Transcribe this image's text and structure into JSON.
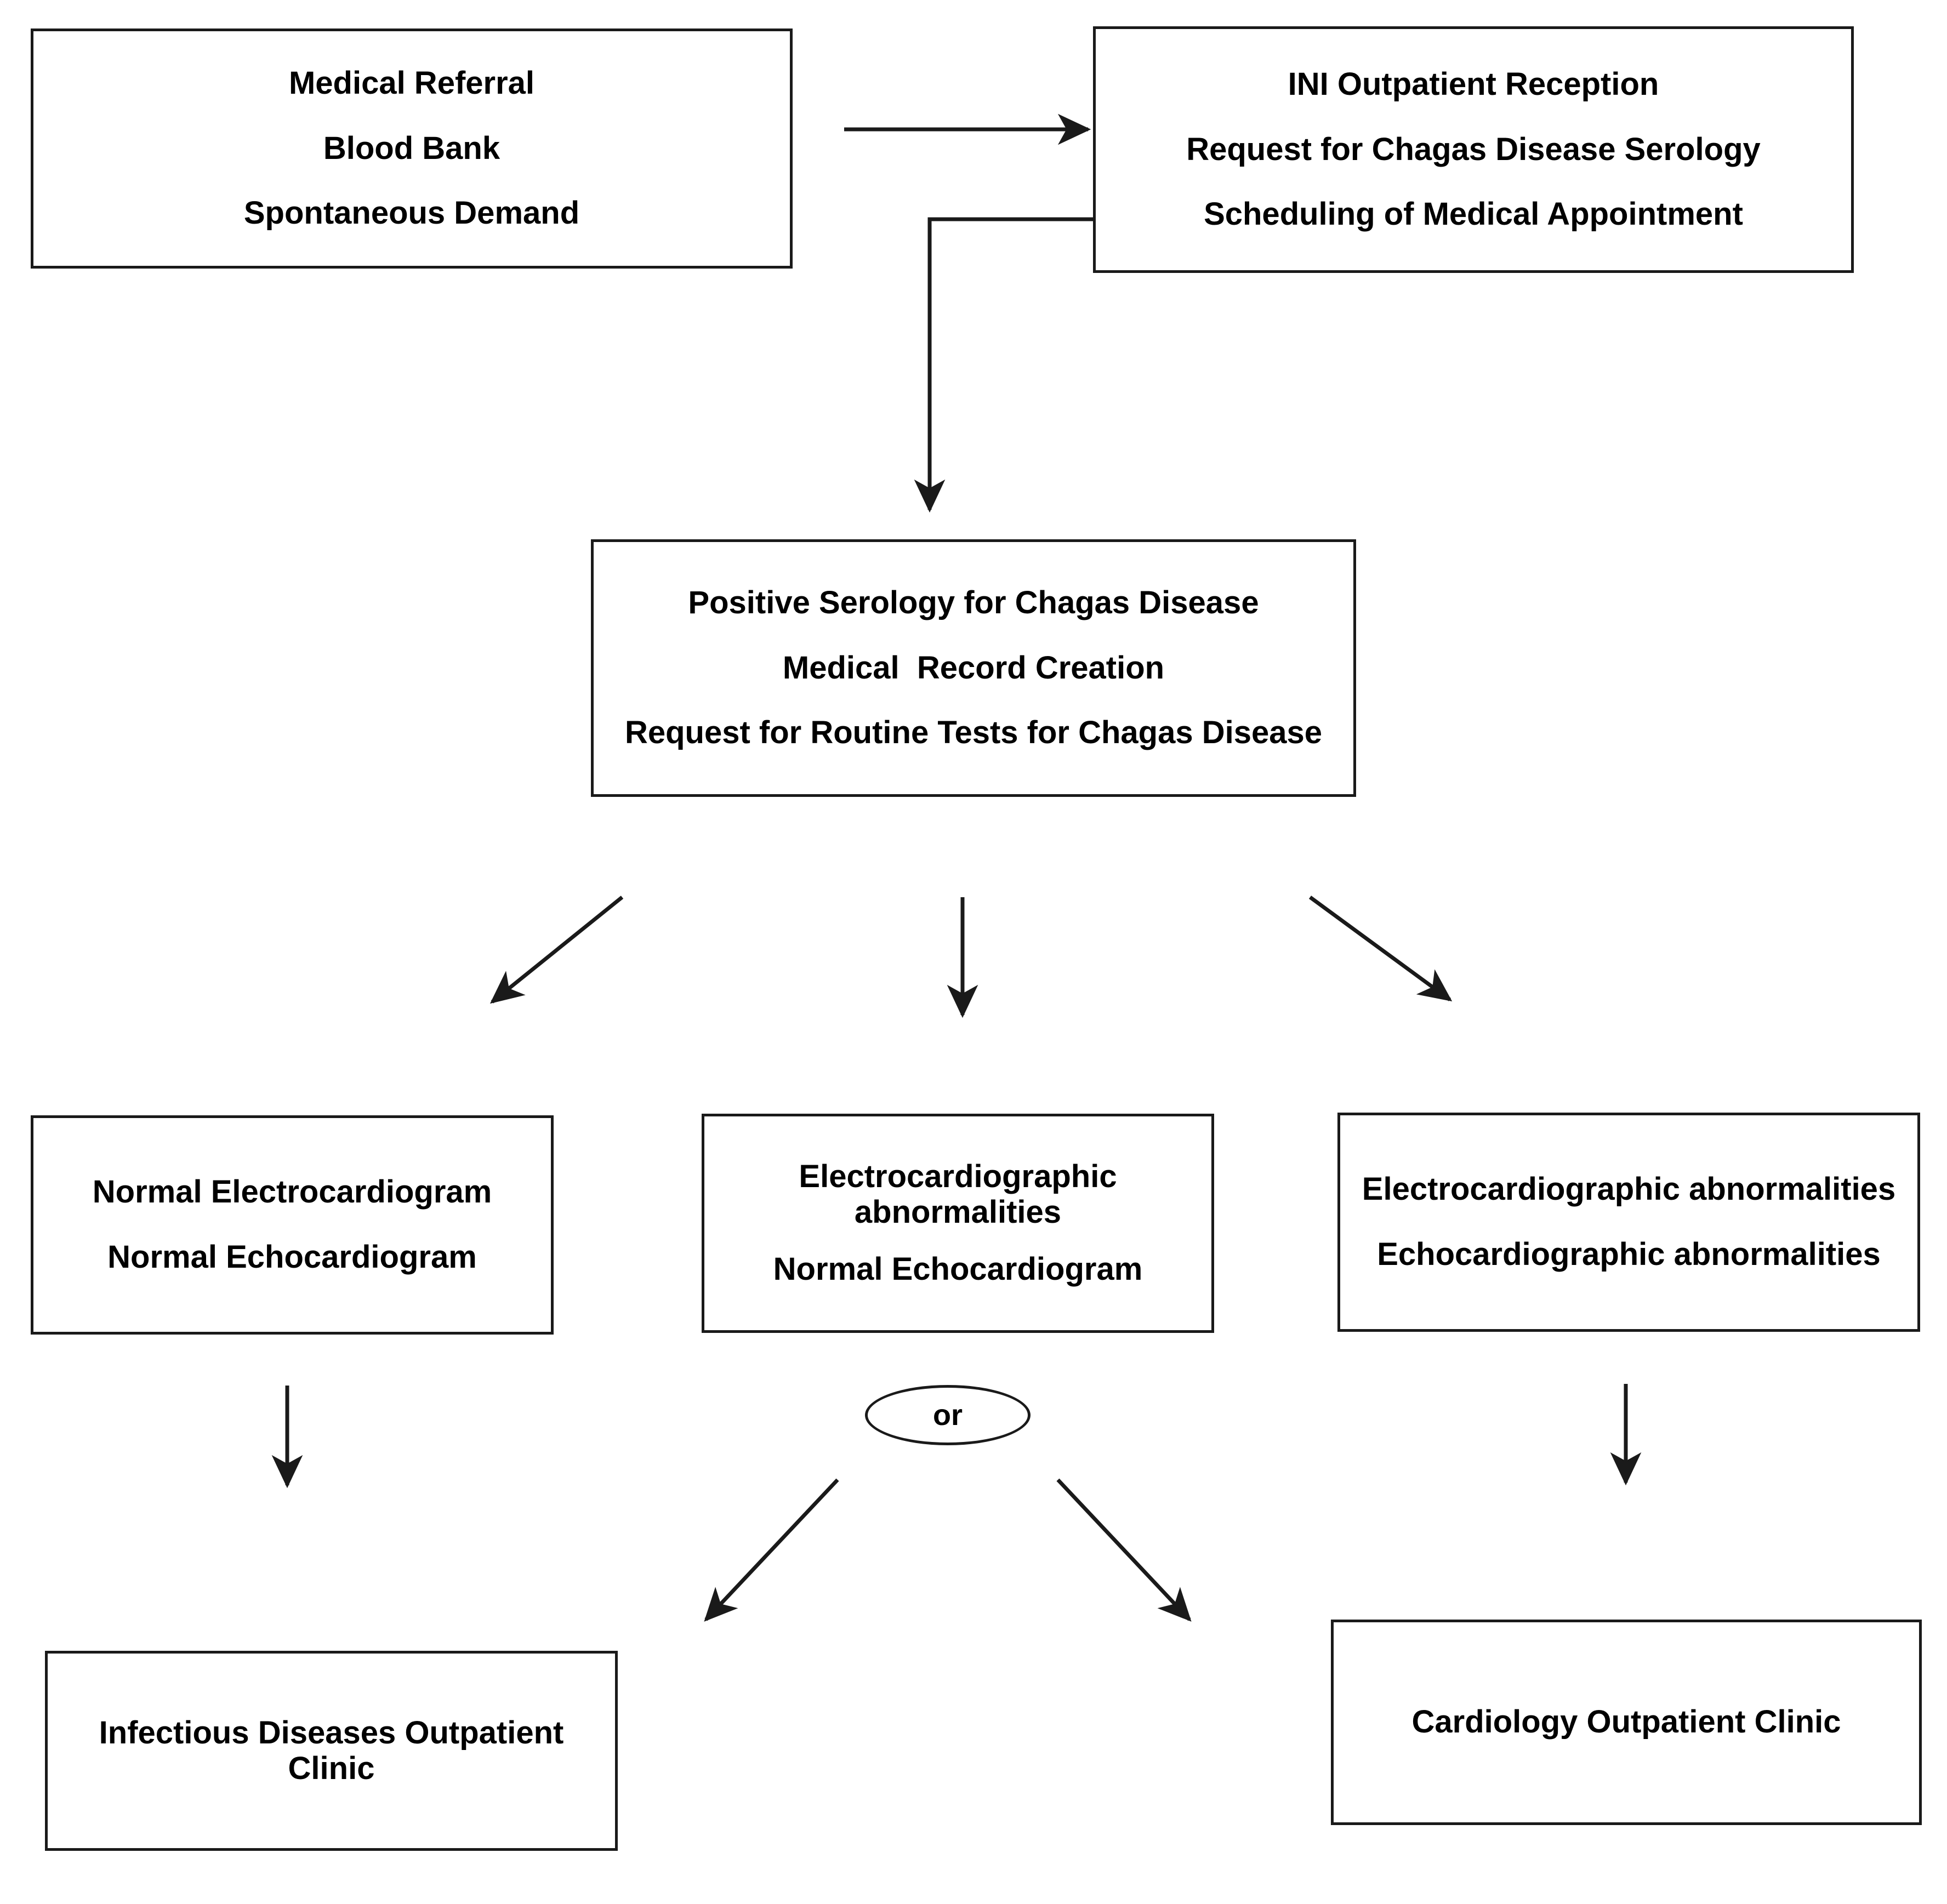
{
  "diagram": {
    "title": "Chagas Disease patient flow at INI outpatient service",
    "colors": {
      "stroke": "#1a1a1a",
      "background": "#ffffff",
      "text": "#000000"
    },
    "nodes": {
      "referral": {
        "name": "Medical Referral / Blood Bank / Spontaneous Demand",
        "lines": [
          "Medical Referral",
          "Blood Bank",
          "Spontaneous Demand"
        ]
      },
      "reception": {
        "name": "INI Outpatient Reception",
        "lines": [
          "INI Outpatient Reception",
          "Request for Chagas Disease Serology",
          "Scheduling of Medical Appointment"
        ]
      },
      "serology": {
        "name": "Positive Serology for Chagas Disease",
        "lines": [
          "Positive Serology for Chagas Disease",
          "Medical  Record Creation",
          "Request for Routine Tests for Chagas Disease"
        ]
      },
      "normal_ecg": {
        "name": "Normal Electrocardiogram and Echocardiogram",
        "lines": [
          "Normal Electrocardiogram",
          "Normal Echocardiogram"
        ]
      },
      "ecg_abnormal": {
        "name": "Electrocardiographic abnormalities with Normal Echocardiogram",
        "lines": [
          "Electrocardiographic\nabnormalities",
          "Normal Echocardiogram"
        ]
      },
      "both_abnormal": {
        "name": "Electrocardiographic and Echocardiographic abnormalities",
        "lines": [
          "Electrocardiographic abnormalities",
          "Echocardiographic abnormalities"
        ]
      },
      "or_connector": {
        "name": "or",
        "label": "or"
      },
      "infectious_clinic": {
        "name": "Infectious Diseases Outpatient Clinic",
        "lines": [
          "Infectious Diseases Outpatient\nClinic"
        ]
      },
      "cardiology_clinic": {
        "name": "Cardiology Outpatient Clinic",
        "lines": [
          "Cardiology Outpatient Clinic"
        ]
      }
    },
    "edges": [
      {
        "id": "referral-to-reception",
        "from": "referral",
        "to": "reception",
        "style": "straight-arrow"
      },
      {
        "id": "reception-to-serology",
        "from": "reception",
        "to": "serology",
        "style": "elbow-arrow"
      },
      {
        "id": "serology-to-normal",
        "from": "serology",
        "to": "normal_ecg",
        "style": "diagonal-arrow"
      },
      {
        "id": "serology-to-ecg-abnormal",
        "from": "serology",
        "to": "ecg_abnormal",
        "style": "straight-arrow"
      },
      {
        "id": "serology-to-both-abnormal",
        "from": "serology",
        "to": "both_abnormal",
        "style": "diagonal-arrow"
      },
      {
        "id": "normal-to-infectious",
        "from": "normal_ecg",
        "to": "infectious_clinic",
        "style": "straight-arrow"
      },
      {
        "id": "or-to-infectious",
        "from": "or_connector",
        "to": "infectious_clinic",
        "style": "diagonal-arrow"
      },
      {
        "id": "or-to-cardiology",
        "from": "or_connector",
        "to": "cardiology_clinic",
        "style": "diagonal-arrow"
      },
      {
        "id": "both-abnormal-to-cardiology",
        "from": "both_abnormal",
        "to": "cardiology_clinic",
        "style": "straight-arrow"
      }
    ]
  }
}
